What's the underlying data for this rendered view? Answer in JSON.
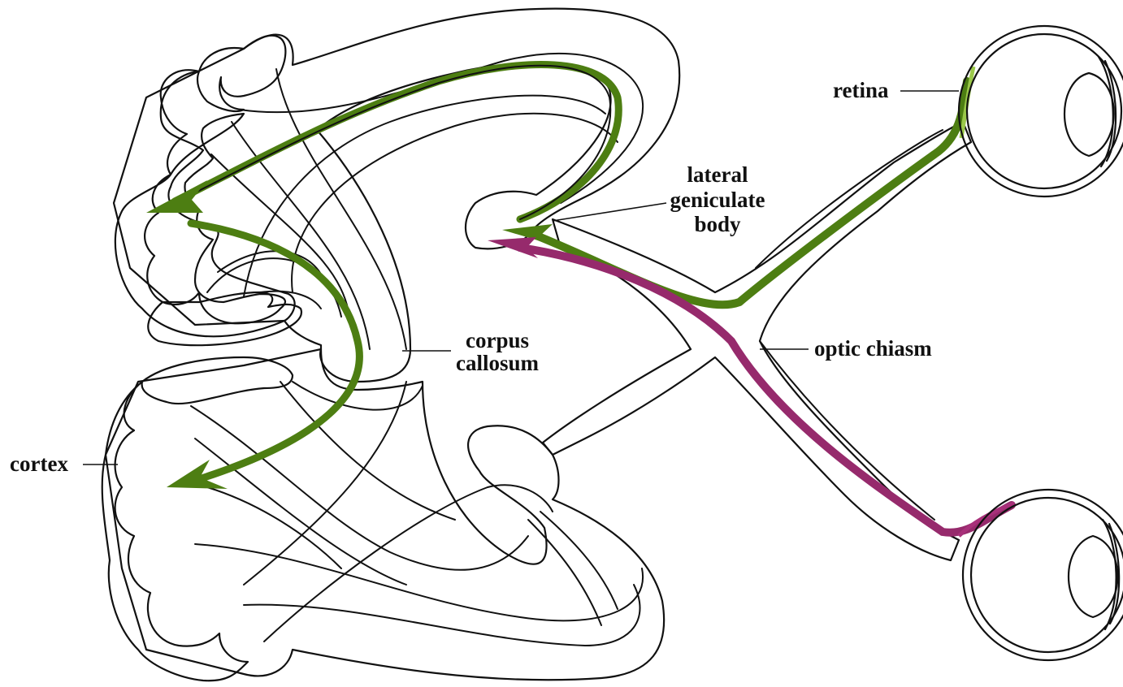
{
  "labels": {
    "retina": "retina",
    "lateral_geniculate_body": [
      "lateral",
      "geniculate",
      "body"
    ],
    "corpus_callosum": [
      "corpus",
      "callosum"
    ],
    "optic_chiasm": "optic chiasm",
    "cortex": "cortex"
  },
  "colors": {
    "background": "#ffffff",
    "tract_fill": "#d6eef6",
    "cortex_fill": "#cdc6ec",
    "green_pathway": "#4d7e12",
    "magenta_pathway": "#962a6c",
    "retina_green": "#9bc84a",
    "retina_magenta": "#a8307a",
    "outline": "#111111"
  },
  "icons": [
    "eye-upper-icon",
    "eye-lower-icon"
  ]
}
